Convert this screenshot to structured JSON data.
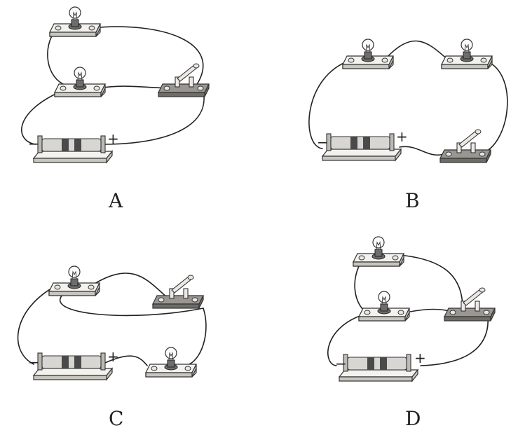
{
  "options": [
    {
      "id": "A",
      "label": "A"
    },
    {
      "id": "B",
      "label": "B"
    },
    {
      "id": "C",
      "label": "C"
    },
    {
      "id": "D",
      "label": "D"
    }
  ],
  "battery": {
    "minus": "−",
    "plus": "+"
  }
}
